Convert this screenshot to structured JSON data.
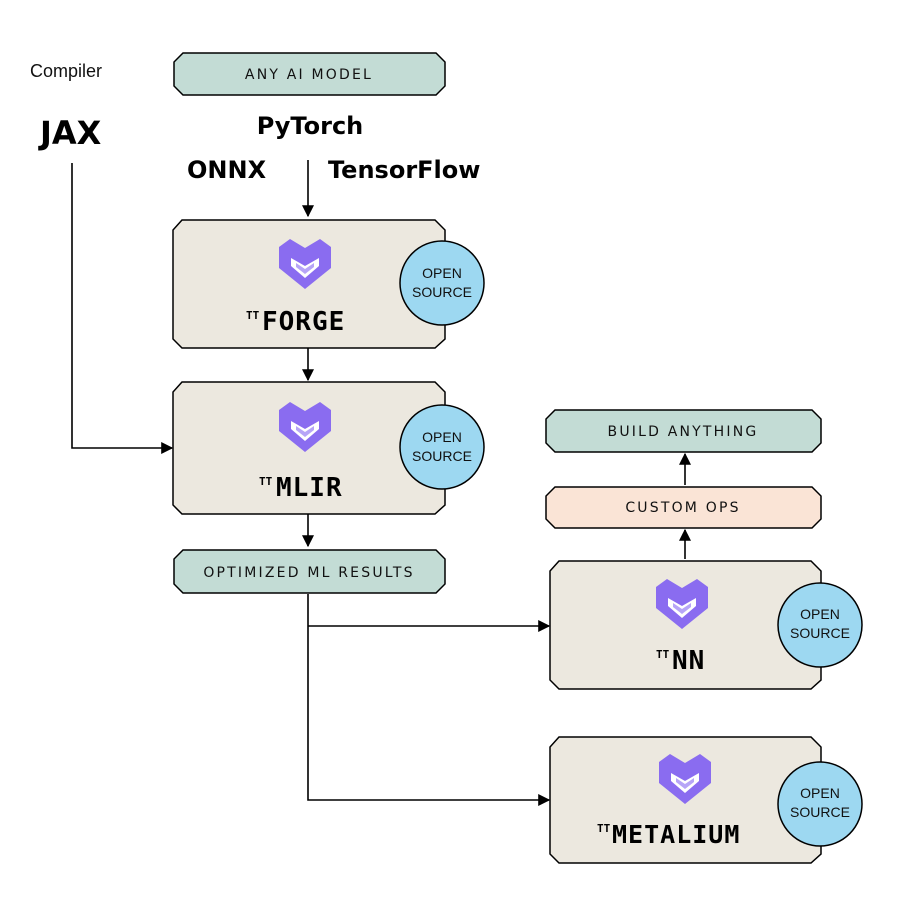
{
  "compiler_label": "Compiler",
  "frameworks": {
    "jax": "JAX",
    "pytorch": "PyTorch",
    "onnx": "ONNX",
    "tensorflow": "TensorFlow"
  },
  "pills": {
    "any_ai_model": "ANY AI MODEL",
    "optimized_ml_results": "OPTIMIZED ML RESULTS",
    "build_anything": "BUILD ANYTHING",
    "custom_ops": "CUSTOM OPS"
  },
  "blocks": {
    "forge": {
      "prefix": "TT",
      "name": "FORGE"
    },
    "mlir": {
      "prefix": "TT",
      "name": "MLIR"
    },
    "nn": {
      "prefix": "TT",
      "name": "NN"
    },
    "metalium": {
      "prefix": "TT",
      "name": "METALIUM"
    }
  },
  "badge": {
    "line1": "OPEN",
    "line2": "SOURCE"
  },
  "colors": {
    "pill_green": "#c3dcd5",
    "pill_peach": "#fae4d6",
    "block_fill": "#ece8df",
    "badge_fill": "#9dd8f1",
    "logo_purple": "#8a6cf0"
  },
  "icons": {
    "logo": "tenstorrent-logo-icon"
  }
}
